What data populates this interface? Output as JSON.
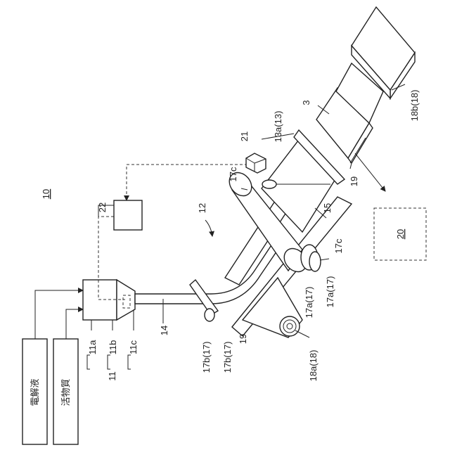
{
  "labels": {
    "device": "10",
    "apparatus": "12",
    "mixer": "11",
    "mixer_a": "11a",
    "mixer_b": "11b",
    "mixer_c": "11c",
    "nozzle": "14",
    "coater_die": "13a(13)",
    "film": "15",
    "feed_roll_right": "17c",
    "feed_roll_top": "17c",
    "press_roll_1": "17a(17)",
    "press_roll_2": "17a(17)",
    "guide_roll_1": "17b(17)",
    "guide_roll_2": "17b(17)",
    "supply_roll": "18a(18)",
    "takeup_roll": "18b(18)",
    "web_bottom": "19",
    "web_top": "19",
    "sensor": "21",
    "controller": "22",
    "station": "20",
    "sheet": "3"
  },
  "source_boxes": {
    "electrolyte": "電解液",
    "active_material": "活物質"
  }
}
